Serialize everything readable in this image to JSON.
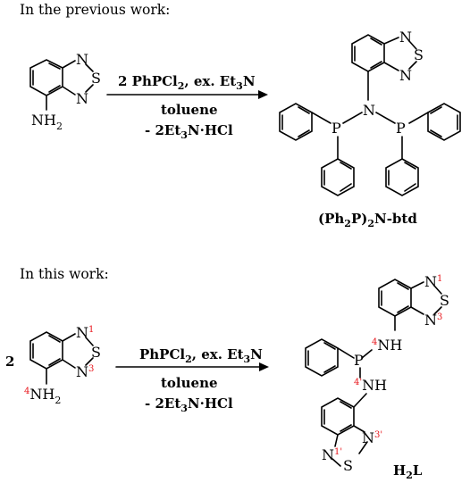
{
  "scheme": {
    "section1": {
      "heading": "In the previous work:",
      "reagents": "2 PhPCl",
      "reagents_sub": "2",
      "reagents_tail": ", ex. Et",
      "reagents_tail_sub": "3",
      "reagents_end": "N",
      "solvent": "toluene",
      "byproduct": "- 2Et",
      "byproduct_sub": "3",
      "byproduct_end": "N·HCl",
      "start_atoms": {
        "n_top": "N",
        "s": "S",
        "n_bot": "N",
        "nh": "NH",
        "nh_sub": "2"
      },
      "product_atoms": {
        "n_top": "N",
        "s": "S",
        "n_bot": "N",
        "n_center": "N",
        "p_left": "P",
        "p_right": "P"
      },
      "product_name": "(Ph",
      "product_name_sub1": "2",
      "product_name_mid": "P)",
      "product_name_sub2": "2",
      "product_name_end": "N-btd"
    },
    "section2": {
      "heading": "In this work:",
      "coefficient": "2",
      "reagents": "PhPCl",
      "reagents_sub": "2",
      "reagents_tail": ", ex. Et",
      "reagents_tail_sub": "3",
      "reagents_end": "N",
      "solvent": "toluene",
      "byproduct": "- 2Et",
      "byproduct_sub": "3",
      "byproduct_end": "N·HCl",
      "start_atoms": {
        "n1": "N",
        "n1_label": "1",
        "s": "S",
        "n3": "N",
        "n3_label": "3",
        "nh_label": "4",
        "nh": "NH",
        "nh_sub": "2"
      },
      "product_atoms": {
        "upper_n1": "N",
        "upper_n1_label": "1",
        "upper_s": "S",
        "upper_n3": "N",
        "upper_n3_label": "3",
        "p": "P",
        "nh4": "NH",
        "nh4_label": "4",
        "nh4p": "NH",
        "nh4p_label": "4'",
        "lower_n3p": "N",
        "lower_n3p_label": "3'",
        "lower_n1p": "N",
        "lower_n1p_label": "1'",
        "lower_s": "S"
      },
      "product_name": "H",
      "product_name_sub": "2",
      "product_name_end": "L"
    },
    "colors": {
      "locant_red": "#e8151b",
      "ink": "#000000"
    }
  }
}
